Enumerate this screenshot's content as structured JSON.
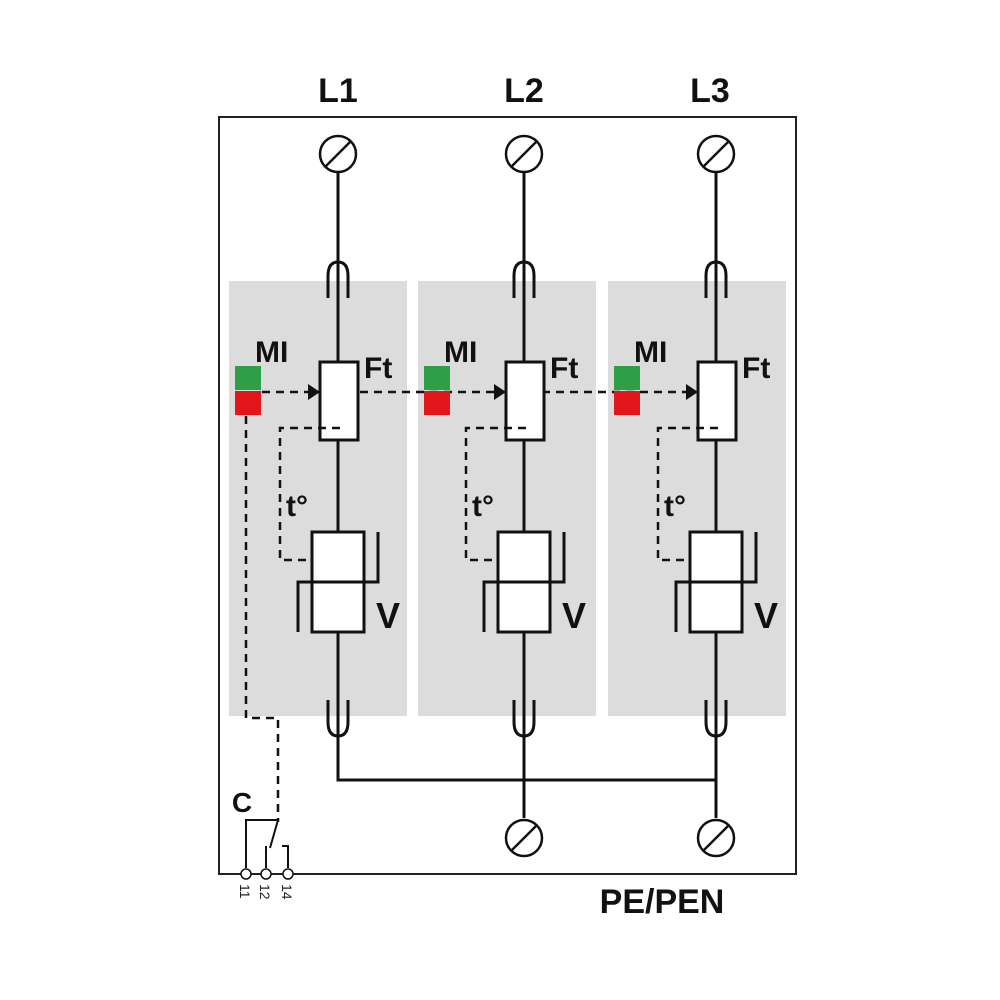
{
  "phases": [
    {
      "label": "L1"
    },
    {
      "label": "L2"
    },
    {
      "label": "L3"
    }
  ],
  "module": {
    "indicator_label": "MI",
    "fuse_label": "Ft",
    "thermal_label": "t°",
    "varistor_label": "V"
  },
  "contact": {
    "label": "C",
    "pins": [
      "11",
      "12",
      "14"
    ]
  },
  "ground_label": "PE/PEN",
  "colors": {
    "module_bg": "#dcdcdc",
    "indicator_ok": "#2e9e47",
    "indicator_fault": "#e3161b"
  }
}
